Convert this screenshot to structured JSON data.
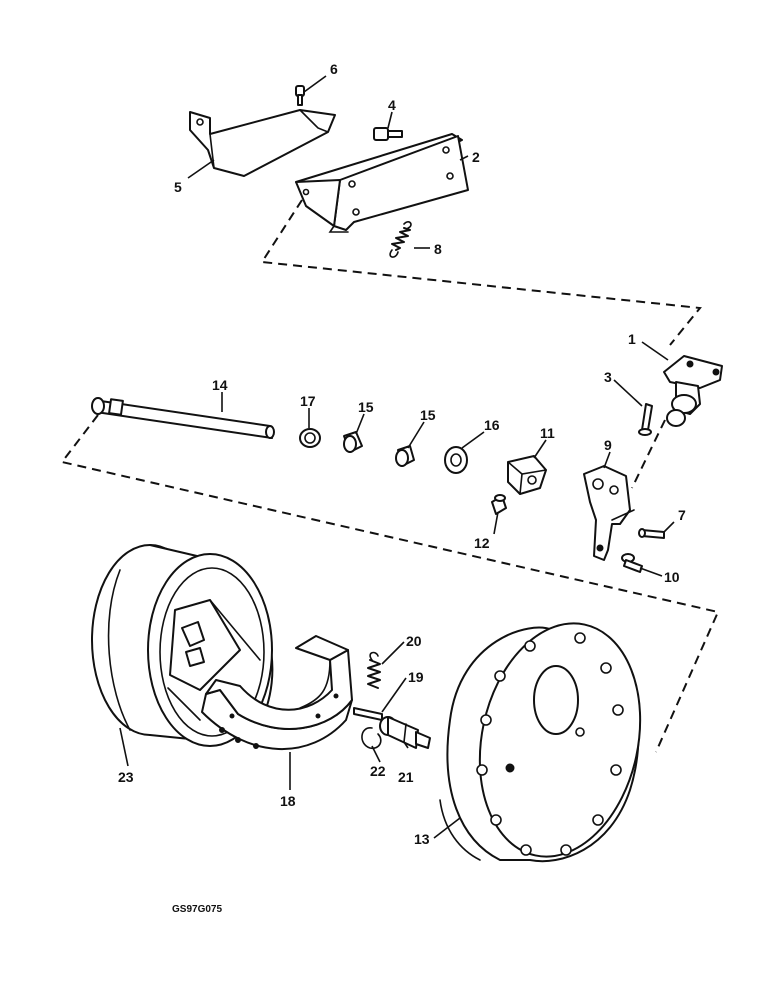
{
  "figure_code": "GS97G075",
  "callouts": [
    {
      "id": "1",
      "label": "1"
    },
    {
      "id": "2",
      "label": "2"
    },
    {
      "id": "3",
      "label": "3"
    },
    {
      "id": "4",
      "label": "4"
    },
    {
      "id": "5",
      "label": "5"
    },
    {
      "id": "6",
      "label": "6"
    },
    {
      "id": "7",
      "label": "7"
    },
    {
      "id": "8",
      "label": "8"
    },
    {
      "id": "9",
      "label": "9"
    },
    {
      "id": "10",
      "label": "10"
    },
    {
      "id": "11",
      "label": "11"
    },
    {
      "id": "12",
      "label": "12"
    },
    {
      "id": "13",
      "label": "13"
    },
    {
      "id": "14",
      "label": "14"
    },
    {
      "id": "15a",
      "label": "15"
    },
    {
      "id": "15b",
      "label": "15"
    },
    {
      "id": "16",
      "label": "16"
    },
    {
      "id": "17",
      "label": "17"
    },
    {
      "id": "18",
      "label": "18"
    },
    {
      "id": "19",
      "label": "19"
    },
    {
      "id": "20",
      "label": "20"
    },
    {
      "id": "21",
      "label": "21"
    },
    {
      "id": "22",
      "label": "22"
    },
    {
      "id": "23",
      "label": "23"
    }
  ]
}
